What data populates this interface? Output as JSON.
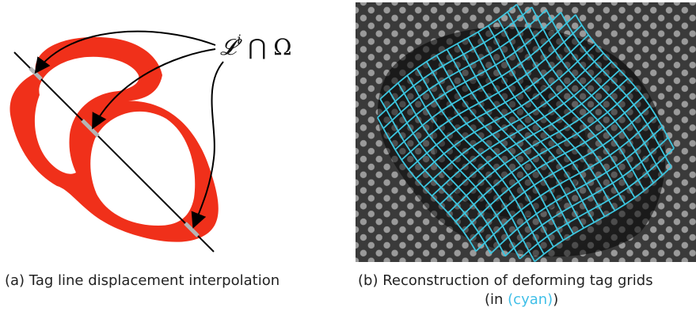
{
  "panel_a": {
    "label_symbol": "𝓛",
    "label_superscript": "i",
    "label_operator": "⋂",
    "label_omega": "Ω",
    "caption": "(a)  Tag line displacement interpolation"
  },
  "panel_b": {
    "caption_line1": "(b)  Reconstruction of deforming tag grids",
    "caption_line2_prefix": "(in ",
    "caption_line2_colored": "(cyan)",
    "caption_line2_suffix": ")",
    "grid_color": "#3cc6e0"
  },
  "colors": {
    "myocardium": "#f0301a",
    "intersection": "#b5b5b5",
    "tag_line": "#000000"
  }
}
